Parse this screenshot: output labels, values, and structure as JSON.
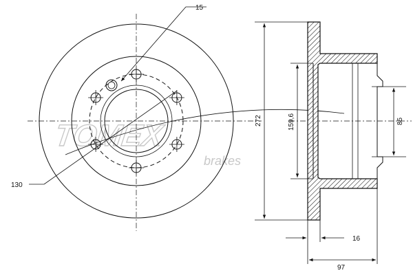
{
  "drawing": {
    "front_view": {
      "bolt_hole_count": 6,
      "pitch_circle_label": "130",
      "bolt_hole_label": "15"
    },
    "side_view": {
      "overall_diameter_label": "272",
      "hat_diameter_label": "159,6",
      "center_bore_label": "85",
      "thickness_label": "16",
      "height_label": "97"
    },
    "watermark": {
      "brand": "TOMEX",
      "sub": "brakes"
    }
  }
}
